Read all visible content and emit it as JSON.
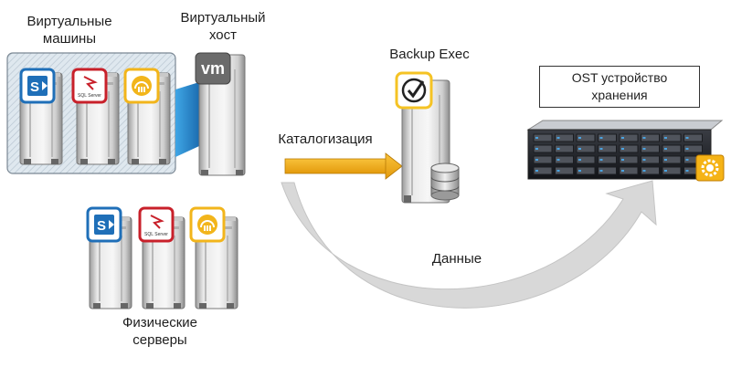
{
  "labels": {
    "virtual_machines_line1": "Виртуальные",
    "virtual_machines_line2": "машины",
    "virtual_host_line1": "Виртуальный",
    "virtual_host_line2": "хост",
    "backup_exec": "Backup Exec",
    "ost_line1": "OST устройство",
    "ost_line2": "хранения",
    "cataloging": "Каталогизация",
    "data": "Данные",
    "physical_servers_line1": "Физические",
    "physical_servers_line2": "серверы",
    "vm_badge": "vm",
    "sql_badge": "SQL Server",
    "sharepoint_letter": "S"
  },
  "icons": {
    "sharepoint": "sharepoint-icon",
    "sql_server": "sql-server-icon",
    "exchange": "exchange-icon",
    "vmware": "vmware-icon",
    "backup_exec": "backup-exec-checkmark-icon",
    "database": "database-icon",
    "storage_gear": "gear-icon"
  },
  "colors": {
    "sharepoint_blue": "#1f6fb8",
    "sql_red": "#c8202a",
    "exchange_yellow": "#f2b51b",
    "vm_gray": "#6b6b6b",
    "backup_yellow": "#f5c324",
    "arrow_orange": "#f0a815",
    "arrow_gray": "#d4d4d4",
    "vm_group_blue": "#dce7ef",
    "link_blue": "#2a8fd2"
  }
}
